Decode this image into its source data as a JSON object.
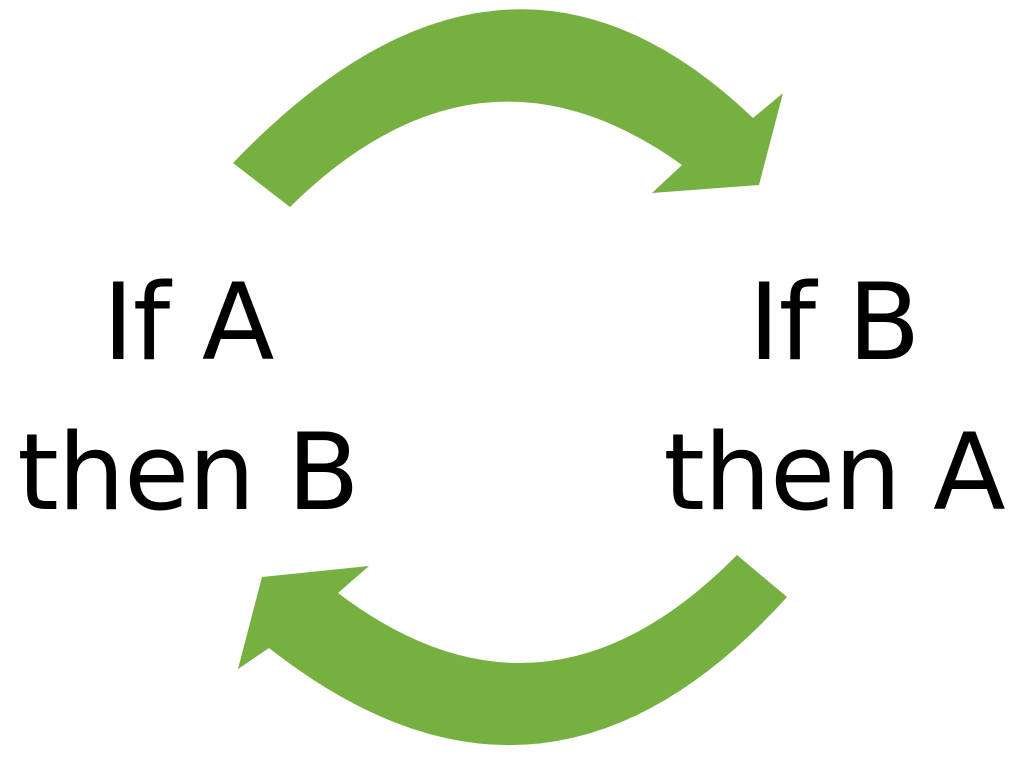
{
  "diagram": {
    "left_statement": {
      "line1": "If A",
      "line2": "then B"
    },
    "right_statement": {
      "line1": "If B",
      "line2": "then A"
    },
    "arrows": [
      {
        "name": "top-arrow",
        "from": "left_statement",
        "to": "right_statement",
        "shape": "curved-clockwise-top"
      },
      {
        "name": "bottom-arrow",
        "from": "right_statement",
        "to": "left_statement",
        "shape": "curved-clockwise-bottom"
      }
    ],
    "colors": {
      "arrow": "#76B041",
      "text": "#000000",
      "background": "#ffffff"
    }
  }
}
